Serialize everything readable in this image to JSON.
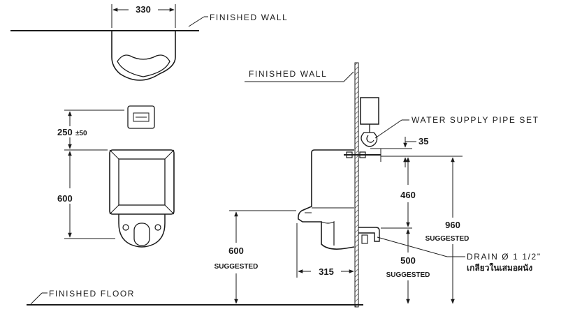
{
  "labels": {
    "finished_wall_top": "FINISHED WALL",
    "finished_wall_side": "FINISHED WALL",
    "finished_floor": "FINISHED FLOOR",
    "water_supply": "WATER SUPPLY PIPE SET",
    "drain_line1": "DRAIN Ø 1 1/2\"",
    "drain_line2": "เกลียวในเสมอผนัง"
  },
  "dimensions": {
    "top_width": "330",
    "sensor_height": "250",
    "sensor_tol": "±50",
    "front_height": "600",
    "top_offset": "35",
    "supply_drop": "460",
    "supply_height": "960",
    "supply_height_note": "SUGGESTED",
    "rim_height": "600",
    "rim_height_note": "SUGGESTED",
    "projection": "315",
    "drain_height": "500",
    "drain_height_note": "SUGGESTED"
  }
}
